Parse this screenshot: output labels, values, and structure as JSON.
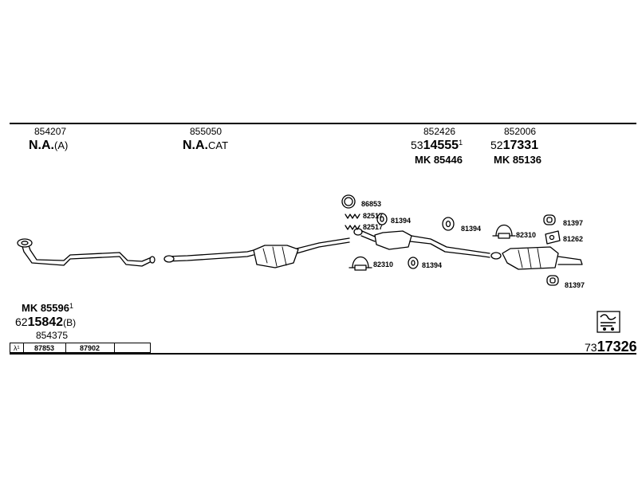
{
  "header": {
    "part1": {
      "code": "854207",
      "label_main": "N.A.",
      "label_suffix": "(A)"
    },
    "part2": {
      "code": "855050",
      "label_main": "N.A.",
      "label_suffix": "CAT"
    },
    "part3": {
      "code": "852426",
      "num_pre": "53",
      "num_main": "14555",
      "num_sup": "1",
      "mk": "MK 85446"
    },
    "part4": {
      "code": "852006",
      "num_pre": "52",
      "num_main": "17331",
      "mk": "MK 85136"
    }
  },
  "callouts": {
    "c86853": "86853",
    "c82517a": "82517",
    "c82517b": "82517",
    "c81394a": "81394",
    "c81394b": "81394",
    "c81394c": "81394",
    "c82310a": "82310",
    "c82310b": "82310",
    "c81397a": "81397",
    "c81397b": "81397",
    "c81262": "81262"
  },
  "footer_left": {
    "mk": "MK 85596",
    "mk_sup": "1",
    "num_pre": "62",
    "num_main": "15842",
    "num_suffix": "(B)",
    "code": "854375"
  },
  "lambda_table": {
    "symbol": "λ¹",
    "cells": [
      "87853",
      "87902",
      ""
    ]
  },
  "footer_right": {
    "ref_pre": "73",
    "ref_main": "17326"
  }
}
